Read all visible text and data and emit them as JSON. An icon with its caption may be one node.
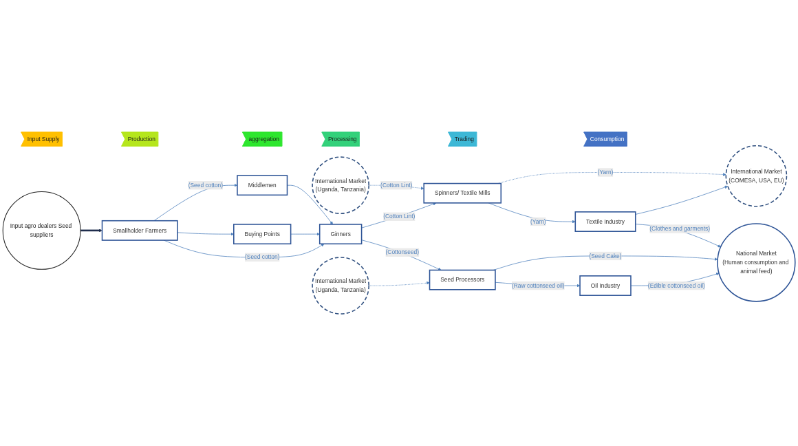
{
  "diagram": {
    "nodes": [
      {
        "text": [
          "Input Supply"
        ]
      },
      {
        "text": [
          "Production"
        ]
      },
      {
        "text": [
          "aggregation"
        ]
      },
      {
        "text": [
          "Processing"
        ]
      },
      {
        "text": [
          "Trading"
        ]
      },
      {
        "text": [
          "Consumption"
        ]
      },
      {
        "text": [
          "International Market",
          "(Uganda, Tanzania)"
        ]
      },
      {
        "text": [
          "Input agro dealers Seed suppliers"
        ]
      },
      {
        "text": [
          "Smallholder Farmers"
        ]
      },
      {
        "text": [
          "Middlemen"
        ]
      },
      {
        "text": [
          "Buying Points"
        ]
      },
      {
        "text": [
          "Ginners"
        ]
      },
      {
        "text": [
          "Spinners/ Textile Mills"
        ]
      },
      {
        "text": [
          "Textile Industry"
        ]
      },
      {
        "text": [
          "International Market",
          "(COMESA, USA, EU)"
        ]
      },
      {
        "text": [
          "International Market",
          "(Uganda, Tanzania)"
        ]
      },
      {
        "text": [
          "Seed Processors"
        ]
      },
      {
        "text": [
          "Oil Industry"
        ]
      },
      {
        "text": [
          "National Market",
          "(Human consumption and animal feed)"
        ]
      }
    ],
    "edges": [
      {
        "from": 7,
        "to": 8,
        "arrow": "to",
        "style": "thick",
        "color": "#1f2d4d"
      },
      {
        "from": 8,
        "to": 9,
        "arrow": "to",
        "label": "(Seed cotton)"
      },
      {
        "from": 8,
        "to": 10,
        "arrow": "to"
      },
      {
        "from": 8,
        "to": 11,
        "arrow": "to",
        "label": "(Seed cotton)"
      },
      {
        "from": 9,
        "to": 11,
        "arrow": "to"
      },
      {
        "from": 10,
        "to": 11,
        "arrow": "to"
      },
      {
        "from": 11,
        "to": 12,
        "arrow": "to",
        "label": "(Cotton Lint)"
      },
      {
        "from": 11,
        "to": 16,
        "arrow": "to",
        "label": "(Cottonseed)"
      },
      {
        "from": 6,
        "to": 12,
        "arrow": "to",
        "label": "(Cotton Lint)",
        "style": "dashed"
      },
      {
        "from": 12,
        "to": 14,
        "arrow": "to",
        "label": "(Yarn)",
        "style": "dashed"
      },
      {
        "from": 12,
        "to": 13,
        "arrow": "to",
        "label": "(Yarn)"
      },
      {
        "from": 13,
        "to": 14,
        "arrow": "to"
      },
      {
        "from": 13,
        "to": 18,
        "arrow": "to",
        "label": "(Clothes and garments)"
      },
      {
        "from": 15,
        "to": 16,
        "arrow": "to",
        "style": "dashed"
      },
      {
        "from": 16,
        "to": 18,
        "arrow": "to",
        "label": "(Seed Cake)"
      },
      {
        "from": 16,
        "to": 17,
        "arrow": "to",
        "label": "(Raw cottonseed oil)"
      },
      {
        "from": 17,
        "to": 18,
        "arrow": "to",
        "label": "(Edible cottonseed oil)"
      }
    ]
  }
}
